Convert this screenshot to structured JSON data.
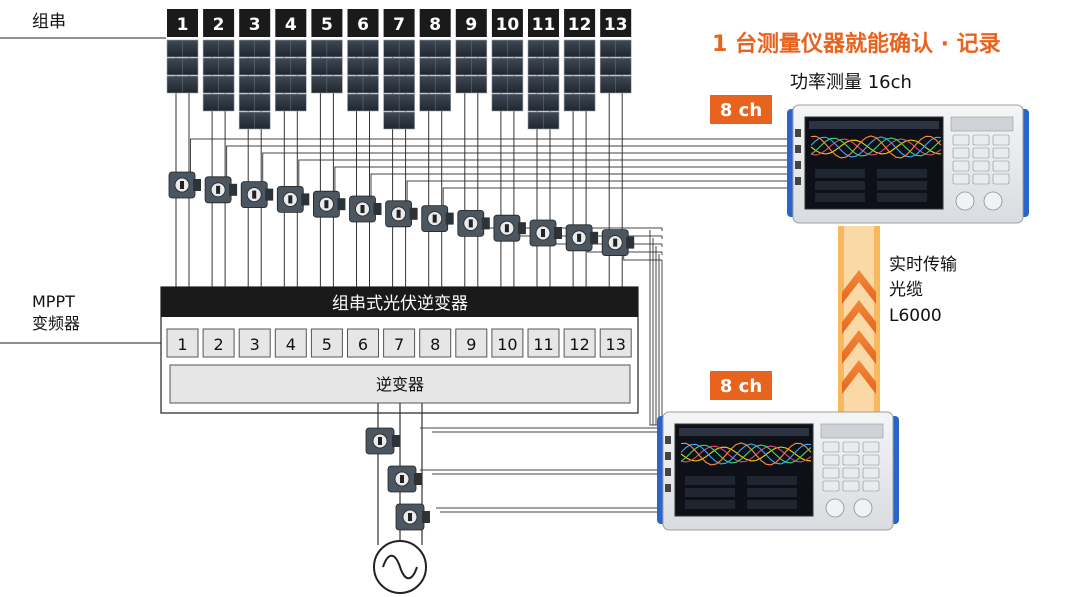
{
  "labels": {
    "string": "组串",
    "mppt_line1": "MPPT",
    "mppt_line2": "变频器",
    "inverter_title": "组串式光伏逆变器",
    "inverter_core": "逆变器",
    "headline": "1 台测量仪器就能确认 · 记录",
    "meter_title": "功率测量 16ch",
    "ch_top": "8 ch",
    "ch_bottom": "8 ch",
    "link_line1": "实时传输",
    "link_line2": "光缆",
    "link_line3": "L6000"
  },
  "strings": [
    "1",
    "2",
    "3",
    "4",
    "5",
    "6",
    "7",
    "8",
    "9",
    "10",
    "11",
    "12",
    "13"
  ],
  "mppt": [
    "1",
    "2",
    "3",
    "4",
    "5",
    "6",
    "7",
    "8",
    "9",
    "10",
    "11",
    "12",
    "13"
  ],
  "panel_rows": [
    3,
    4,
    5,
    4,
    3,
    4,
    5,
    4,
    3,
    4,
    5,
    4,
    3
  ],
  "colors": {
    "accent": "#e8641e",
    "dark": "#1a1a1a",
    "panel": "#2d3640",
    "meter_blue": "#2a63c9"
  }
}
